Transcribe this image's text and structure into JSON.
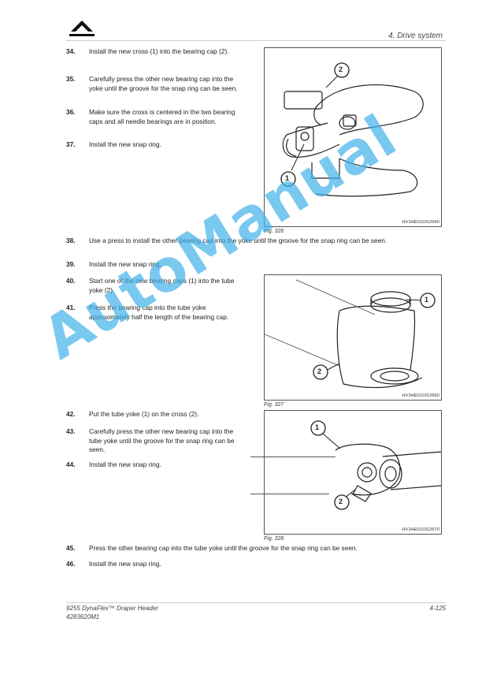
{
  "header": {
    "section": "4. Drive system"
  },
  "steps_a": [
    {
      "num": "34.",
      "text": "Install the new cross (1) into the bearing cap (2)."
    },
    {
      "num": "35.",
      "text": "Carefully press the other new bearing cap into the yoke until the groove for the snap ring can be seen."
    },
    {
      "num": "36.",
      "text": "Make sure the cross is centered in the two bearing caps and all needle bearings are in position."
    },
    {
      "num": "37.",
      "text": "Install the new snap ring."
    }
  ],
  "fig326": {
    "code": "HVJHE011012640",
    "caption": "Fig. 326",
    "callouts": [
      "1",
      "2"
    ]
  },
  "steps_b": [
    {
      "num": "38.",
      "text": "Use a press to install the other bearing cap into the yoke until the groove for the snap ring can be seen."
    },
    {
      "num": "39.",
      "text": "Install the new snap ring."
    },
    {
      "num": "40.",
      "text": "Start one of the new bearing caps (1) into the tube yoke (2)."
    },
    {
      "num": "41.",
      "text": "Press the bearing cap into the tube yoke approximately half the length of the bearing cap."
    }
  ],
  "fig327": {
    "code": "HVJHE011012660",
    "caption": "Fig. 327",
    "callouts": [
      "1",
      "2"
    ]
  },
  "steps_c": [
    {
      "num": "42.",
      "text": "Put the tube yoke (1) on the cross (2)."
    },
    {
      "num": "43.",
      "text": "Carefully press the other new bearing cap into the tube yoke until the groove for the snap ring can be seen."
    },
    {
      "num": "44.",
      "text": "Install the new snap ring."
    }
  ],
  "fig328": {
    "code": "HVJHE011012670",
    "caption": "Fig. 328",
    "callouts": [
      "1",
      "2"
    ]
  },
  "steps_d": [
    {
      "num": "45.",
      "text": "Press the other bearing cap into the tube yoke until the groove for the snap ring can be seen."
    },
    {
      "num": "46.",
      "text": "Install the new snap ring."
    }
  ],
  "footer": {
    "product": "9255 DynaFlex™ Draper Header",
    "doc_number": "4283620M1",
    "page": "4-125"
  },
  "watermark": "AutoManual"
}
